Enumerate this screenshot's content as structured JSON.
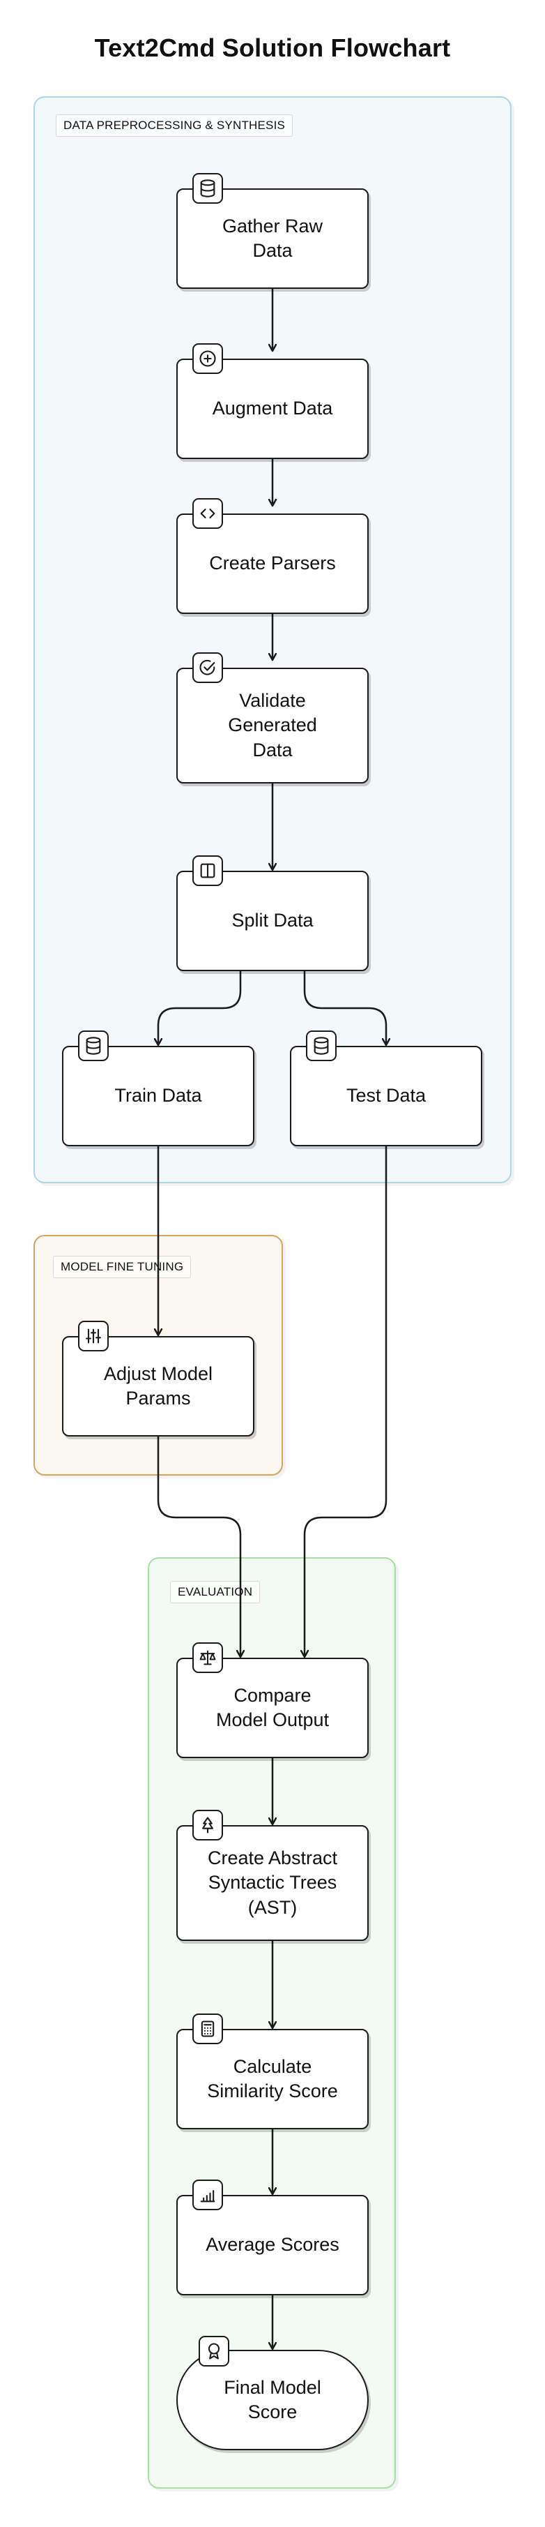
{
  "title": "Text2Cmd Solution Flowchart",
  "groups": {
    "data": "DATA PREPROCESSING & SYNTHESIS",
    "tuning": "MODEL FINE TUNING",
    "evaluation": "EVALUATION"
  },
  "nodes": {
    "gather_raw_data": {
      "label": "Gather Raw\nData",
      "icon": "database-icon"
    },
    "augment_data": {
      "label": "Augment Data",
      "icon": "plus-circle-icon"
    },
    "create_parsers": {
      "label": "Create Parsers",
      "icon": "code-icon"
    },
    "validate_data": {
      "label": "Validate\nGenerated\nData",
      "icon": "check-circle-icon"
    },
    "split_data": {
      "label": "Split Data",
      "icon": "split-panel-icon"
    },
    "train_data": {
      "label": "Train Data",
      "icon": "database-icon"
    },
    "test_data": {
      "label": "Test Data",
      "icon": "database-icon"
    },
    "adjust_params": {
      "label": "Adjust Model\nParams",
      "icon": "sliders-icon"
    },
    "compare_output": {
      "label": "Compare\nModel Output",
      "icon": "scale-icon"
    },
    "create_ast": {
      "label": "Create Abstract\nSyntactic Trees\n(AST)",
      "icon": "tree-icon"
    },
    "similarity_score": {
      "label": "Calculate\nSimilarity Score",
      "icon": "calculator-icon"
    },
    "average_scores": {
      "label": "Average Scores",
      "icon": "bar-chart-icon"
    },
    "final_score": {
      "label": "Final Model\nScore",
      "icon": "award-icon"
    }
  },
  "edges": [
    [
      "gather_raw_data",
      "augment_data"
    ],
    [
      "augment_data",
      "create_parsers"
    ],
    [
      "create_parsers",
      "validate_data"
    ],
    [
      "validate_data",
      "split_data"
    ],
    [
      "split_data",
      "train_data"
    ],
    [
      "split_data",
      "test_data"
    ],
    [
      "train_data",
      "adjust_params"
    ],
    [
      "adjust_params",
      "compare_output"
    ],
    [
      "test_data",
      "compare_output"
    ],
    [
      "compare_output",
      "create_ast"
    ],
    [
      "create_ast",
      "similarity_score"
    ],
    [
      "similarity_score",
      "average_scores"
    ],
    [
      "average_scores",
      "final_score"
    ]
  ]
}
